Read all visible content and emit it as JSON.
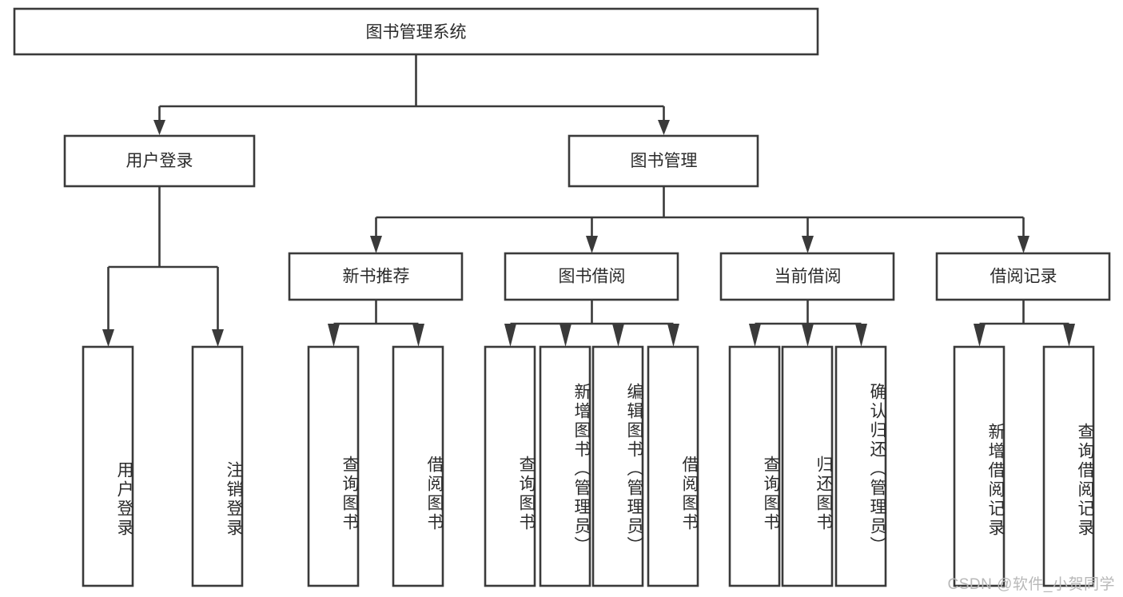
{
  "diagram": {
    "title": "图书管理系统",
    "type": "tree",
    "orientation": "top-down",
    "colors": {
      "box_stroke": "#3a3a3a",
      "box_fill": "#ffffff",
      "text": "#2b2b2b",
      "background": "#ffffff",
      "watermark": "#b8b8b8"
    },
    "root": {
      "label": "图书管理系统"
    },
    "level2": [
      {
        "label": "用户登录"
      },
      {
        "label": "图书管理"
      }
    ],
    "level3": [
      {
        "label": "新书推荐"
      },
      {
        "label": "图书借阅"
      },
      {
        "label": "当前借阅"
      },
      {
        "label": "借阅记录"
      }
    ],
    "leaves": {
      "user_login": [
        {
          "label": "用户登录"
        },
        {
          "label": "注销登录"
        }
      ],
      "new_book_recommend": [
        {
          "label": "查询图书"
        },
        {
          "label": "借阅图书"
        }
      ],
      "book_borrow": [
        {
          "label": "查询图书"
        },
        {
          "label": "新增图书（管理员）"
        },
        {
          "label": "编辑图书（管理员）"
        },
        {
          "label": "借阅图书"
        }
      ],
      "current_borrow": [
        {
          "label": "查询图书"
        },
        {
          "label": "归还图书"
        },
        {
          "label": "确认归还（管理员）"
        }
      ],
      "borrow_record": [
        {
          "label": "新增借阅记录"
        },
        {
          "label": "查询借阅记录"
        }
      ]
    }
  },
  "watermark": {
    "text": "CSDN @软件_小贺同学"
  }
}
